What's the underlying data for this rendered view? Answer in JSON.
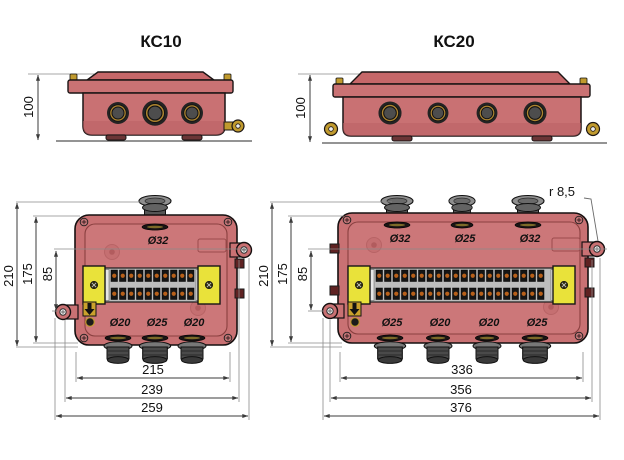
{
  "titles": {
    "kc10": "КС10",
    "kc20": "КС20"
  },
  "kc10": {
    "side": {
      "height_label": "100"
    },
    "plan": {
      "overall_height": "210",
      "body_height": "175",
      "mount_span": "85",
      "top_gland_labels": [
        "Ø32"
      ],
      "bottom_gland_labels": [
        "Ø20",
        "Ø25",
        "Ø20"
      ],
      "width_dims": [
        "215",
        "239",
        "259"
      ],
      "terminal_count": 10
    }
  },
  "kc20": {
    "side": {
      "height_label": "100"
    },
    "plan": {
      "overall_height": "210",
      "body_height": "175",
      "mount_span": "85",
      "ear_radius_label": "r  8,5",
      "top_gland_labels": [
        "Ø32",
        "Ø25",
        "Ø32"
      ],
      "bottom_gland_labels": [
        "Ø25",
        "Ø20",
        "Ø20",
        "Ø25"
      ],
      "width_dims": [
        "336",
        "356",
        "376"
      ],
      "terminal_count": 20
    }
  },
  "colors": {
    "body_red": "#c97173",
    "lid_red": "#c66769",
    "recess_red": "#cc7779",
    "terminal_yellow": "#e9e23a",
    "brass": "#c09a2e",
    "terminal_orange": "#b8601a",
    "gland_gray": "#5a5a5a",
    "dimension_line": "#3b3b3b"
  }
}
